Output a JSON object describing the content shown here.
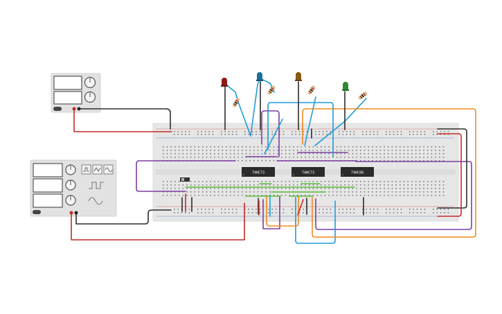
{
  "chips": [
    {
      "id": "u1",
      "label": "74HC73"
    },
    {
      "id": "u2",
      "label": "74HC73"
    },
    {
      "id": "u3",
      "label": "74HC08"
    }
  ],
  "leds": [
    {
      "color": "#8e1a1a",
      "name": "red"
    },
    {
      "color": "#1e6e9a",
      "name": "blue"
    },
    {
      "color": "#8a5a14",
      "name": "amber"
    },
    {
      "color": "#2f8a2f",
      "name": "green"
    }
  ],
  "wire_colors": {
    "black": "#2b2b2b",
    "red": "#c62828",
    "purple": "#7a3ca0",
    "cyan": "#1e9bd7",
    "orange": "#f08a1e",
    "green": "#5cbf3a"
  },
  "breadboard": {
    "color": "#e6e6e6"
  }
}
